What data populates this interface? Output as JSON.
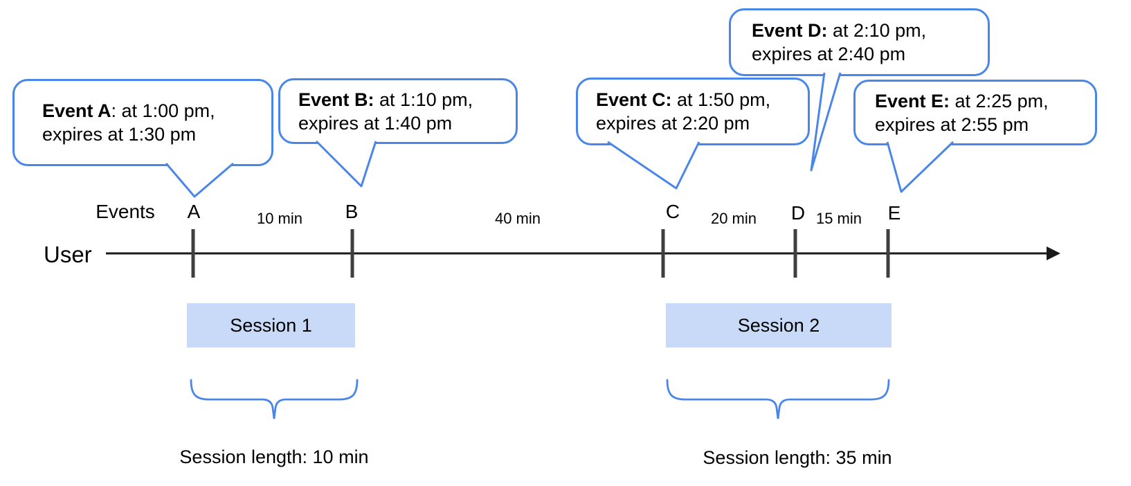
{
  "callouts": [
    {
      "event": "A",
      "bold": "Event A",
      "rest": ": at 1:00 pm,",
      "line2": "expires at 1:30 pm"
    },
    {
      "event": "B",
      "bold": "Event B:",
      "rest": " at 1:10 pm,",
      "line2": "expires at 1:40 pm"
    },
    {
      "event": "C",
      "bold": "Event C:",
      "rest": " at 1:50 pm,",
      "line2": "expires at 2:20 pm"
    },
    {
      "event": "D",
      "bold": "Event D:",
      "rest": " at 2:10 pm,",
      "line2": "expires at 2:40 pm"
    },
    {
      "event": "E",
      "bold": "Event E:",
      "rest": " at 2:25 pm,",
      "line2": "expires at 2:55 pm"
    }
  ],
  "timeline": {
    "events_label": "Events",
    "user_label": "User",
    "ticks": [
      {
        "label": "A"
      },
      {
        "label": "B"
      },
      {
        "label": "C"
      },
      {
        "label": "D"
      },
      {
        "label": "E"
      }
    ],
    "intervals": [
      {
        "label": "10 min"
      },
      {
        "label": "40 min"
      },
      {
        "label": "20 min"
      },
      {
        "label": "15 min"
      }
    ]
  },
  "sessions": [
    {
      "label": "Session 1",
      "length_label": "Session length: 10 min"
    },
    {
      "label": "Session 2",
      "length_label": "Session length: 35 min"
    }
  ],
  "colors": {
    "callout_border": "#4a86e8",
    "brace": "#4a86e8",
    "session_fill": "#c9daf8",
    "timeline": "#1a1a1a",
    "tick": "#3f3f3f",
    "text": "#000000"
  }
}
